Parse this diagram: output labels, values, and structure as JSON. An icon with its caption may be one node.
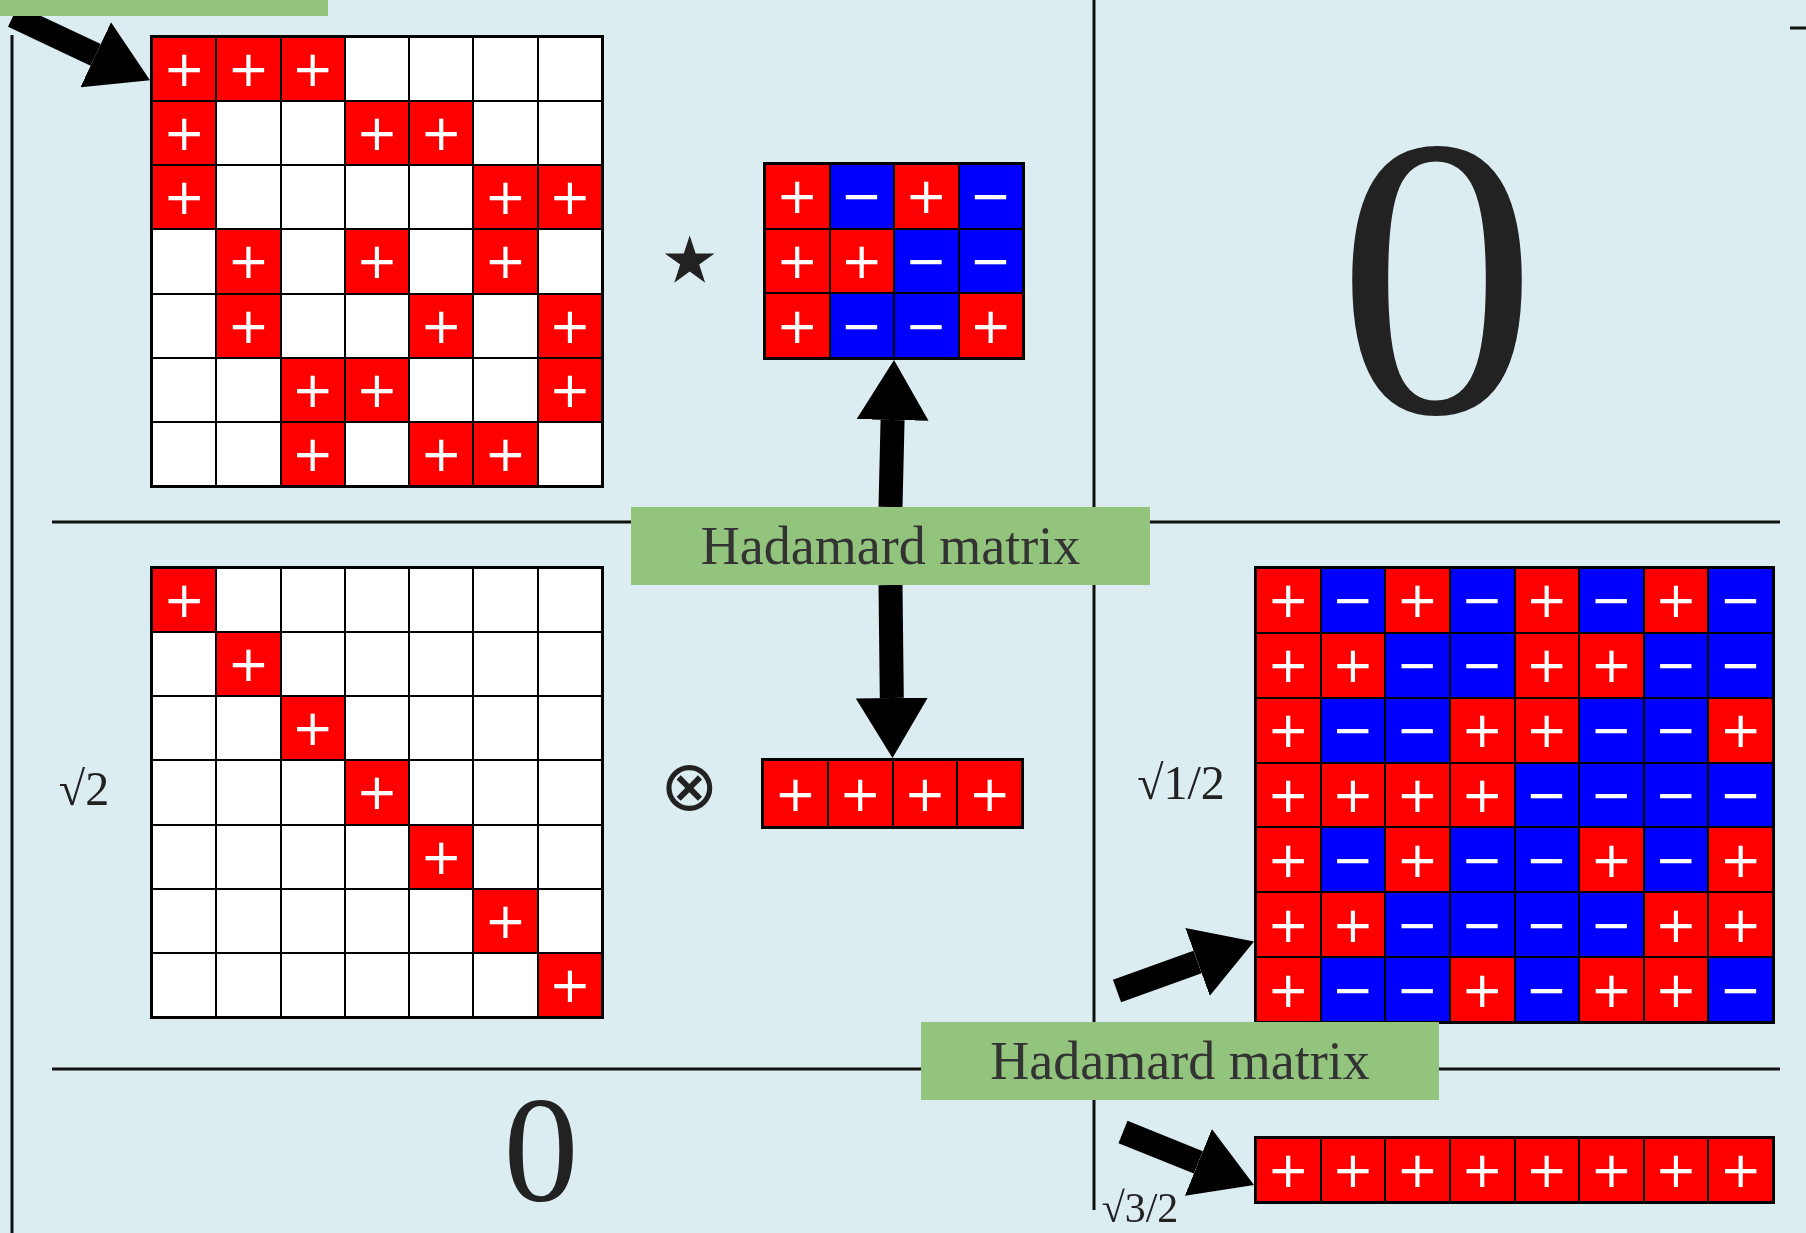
{
  "diagram": {
    "nodes": [
      {
        "text": [],
        "shape": "box"
      },
      {
        "text": [
          "+"
        ],
        "in": 0
      },
      {
        "text": [
          "+"
        ],
        "in": 0
      },
      {
        "text": [
          "+"
        ],
        "in": 0
      },
      {
        "text": [],
        "shape": "box",
        "in": 0
      },
      {
        "text": [],
        "shape": "box",
        "in": 0
      },
      {
        "text": [],
        "shape": "box",
        "in": 0
      },
      {
        "text": [],
        "shape": "box",
        "in": 0
      },
      {
        "text": [
          "+"
        ],
        "in": 0
      },
      {
        "text": [],
        "shape": "box",
        "in": 0
      },
      {
        "text": [],
        "shape": "box",
        "in": 0
      },
      {
        "text": [
          "+"
        ],
        "in": 0
      },
      {
        "text": [
          "+"
        ],
        "in": 0
      },
      {
        "text": [],
        "shape": "box",
        "in": 0
      },
      {
        "text": [],
        "shape": "box",
        "in": 0
      },
      {
        "text": [
          "+"
        ],
        "in": 0
      },
      {
        "text": [],
        "shape": "box",
        "in": 0
      },
      {
        "text": [],
        "shape": "box",
        "in": 0
      },
      {
        "text": [],
        "shape": "box",
        "in": 0
      },
      {
        "text": [],
        "shape": "box",
        "in": 0
      },
      {
        "text": [
          "+"
        ],
        "in": 0
      },
      {
        "text": [
          "+"
        ],
        "in": 0
      },
      {
        "text": [],
        "shape": "box",
        "in": 0
      },
      {
        "text": [
          "+"
        ],
        "in": 0
      },
      {
        "text": [],
        "shape": "box",
        "in": 0
      },
      {
        "text": [
          "+"
        ],
        "in": 0
      },
      {
        "text": [],
        "shape": "box",
        "in": 0
      },
      {
        "text": [
          "+"
        ],
        "in": 0
      },
      {
        "text": [],
        "shape": "box",
        "in": 0
      },
      {
        "text": [],
        "shape": "box",
        "in": 0
      },
      {
        "text": [
          "+"
        ],
        "in": 0
      },
      {
        "text": [],
        "shape": "box",
        "in": 0
      },
      {
        "text": [],
        "shape": "box",
        "in": 0
      },
      {
        "text": [
          "+"
        ],
        "in": 0
      },
      {
        "text": [],
        "shape": "box",
        "in": 0
      },
      {
        "text": [
          "+"
        ],
        "in": 0
      },
      {
        "text": [],
        "shape": "box",
        "in": 0
      },
      {
        "text": [],
        "shape": "box",
        "in": 0
      },
      {
        "text": [
          "+"
        ],
        "in": 0
      },
      {
        "text": [
          "+"
        ],
        "in": 0
      },
      {
        "text": [],
        "shape": "box",
        "in": 0
      },
      {
        "text": [],
        "shape": "box",
        "in": 0
      },
      {
        "text": [
          "+"
        ],
        "in": 0
      },
      {
        "text": [],
        "shape": "box",
        "in": 0
      },
      {
        "text": [],
        "shape": "box",
        "in": 0
      },
      {
        "text": [
          "+"
        ],
        "in": 0
      },
      {
        "text": [],
        "shape": "box",
        "in": 0
      },
      {
        "text": [
          "+"
        ],
        "in": 0
      },
      {
        "text": [
          "+"
        ],
        "in": 0
      },
      {
        "text": [],
        "shape": "box",
        "in": 0
      },
      {
        "text": [],
        "shape": "box"
      },
      {
        "text": [
          "+"
        ],
        "in": 50
      },
      {
        "text": [
          "−"
        ],
        "in": 50
      },
      {
        "text": [
          "+"
        ],
        "in": 50
      },
      {
        "text": [
          "−"
        ],
        "in": 50
      },
      {
        "text": [
          "+"
        ],
        "in": 50
      },
      {
        "text": [
          "+"
        ],
        "in": 50
      },
      {
        "text": [
          "−"
        ],
        "in": 50
      },
      {
        "text": [
          "−"
        ],
        "in": 50
      },
      {
        "text": [
          "+"
        ],
        "in": 50
      },
      {
        "text": [
          "−"
        ],
        "in": 50
      },
      {
        "text": [
          "−"
        ],
        "in": 50
      },
      {
        "text": [
          "+"
        ],
        "in": 50
      },
      {
        "text": [],
        "shape": "box"
      },
      {
        "text": [
          "+"
        ],
        "in": 63
      },
      {
        "text": [],
        "shape": "box",
        "in": 63
      },
      {
        "text": [],
        "shape": "box",
        "in": 63
      },
      {
        "text": [],
        "shape": "box",
        "in": 63
      },
      {
        "text": [],
        "shape": "box",
        "in": 63
      },
      {
        "text": [],
        "shape": "box",
        "in": 63
      },
      {
        "text": [],
        "shape": "box",
        "in": 63
      },
      {
        "text": [],
        "shape": "box",
        "in": 63
      },
      {
        "text": [
          "+"
        ],
        "in": 63
      },
      {
        "text": [],
        "shape": "box",
        "in": 63
      },
      {
        "text": [],
        "shape": "box",
        "in": 63
      },
      {
        "text": [],
        "shape": "box",
        "in": 63
      },
      {
        "text": [],
        "shape": "box",
        "in": 63
      },
      {
        "text": [],
        "shape": "box",
        "in": 63
      },
      {
        "text": [],
        "shape": "box",
        "in": 63
      },
      {
        "text": [],
        "shape": "box",
        "in": 63
      },
      {
        "text": [
          "+"
        ],
        "in": 63
      },
      {
        "text": [],
        "shape": "box",
        "in": 63
      },
      {
        "text": [],
        "shape": "box",
        "in": 63
      },
      {
        "text": [],
        "shape": "box",
        "in": 63
      },
      {
        "text": [],
        "shape": "box",
        "in": 63
      },
      {
        "text": [],
        "shape": "box",
        "in": 63
      },
      {
        "text": [],
        "shape": "box",
        "in": 63
      },
      {
        "text": [],
        "shape": "box",
        "in": 63
      },
      {
        "text": [
          "+"
        ],
        "in": 63
      },
      {
        "text": [],
        "shape": "box",
        "in": 63
      },
      {
        "text": [],
        "shape": "box",
        "in": 63
      },
      {
        "text": [],
        "shape": "box",
        "in": 63
      },
      {
        "text": [],
        "shape": "box",
        "in": 63
      },
      {
        "text": [],
        "shape": "box",
        "in": 63
      },
      {
        "text": [],
        "shape": "box",
        "in": 63
      },
      {
        "text": [],
        "shape": "box",
        "in": 63
      },
      {
        "text": [
          "+"
        ],
        "in": 63
      },
      {
        "text": [],
        "shape": "box",
        "in": 63
      },
      {
        "text": [],
        "shape": "box",
        "in": 63
      },
      {
        "text": [],
        "shape": "box",
        "in": 63
      },
      {
        "text": [],
        "shape": "box",
        "in": 63
      },
      {
        "text": [],
        "shape": "box",
        "in": 63
      },
      {
        "text": [],
        "shape": "box",
        "in": 63
      },
      {
        "text": [],
        "shape": "box",
        "in": 63
      },
      {
        "text": [
          "+"
        ],
        "in": 63
      },
      {
        "text": [],
        "shape": "box",
        "in": 63
      },
      {
        "text": [],
        "shape": "box",
        "in": 63
      },
      {
        "text": [],
        "shape": "box",
        "in": 63
      },
      {
        "text": [],
        "shape": "box",
        "in": 63
      },
      {
        "text": [],
        "shape": "box",
        "in": 63
      },
      {
        "text": [],
        "shape": "box",
        "in": 63
      },
      {
        "text": [],
        "shape": "box",
        "in": 63
      },
      {
        "text": [
          "+"
        ],
        "in": 63
      },
      {
        "text": [],
        "shape": "box"
      },
      {
        "text": [
          "+"
        ],
        "in": 113
      },
      {
        "text": [
          "+"
        ],
        "in": 113
      },
      {
        "text": [
          "+"
        ],
        "in": 113
      },
      {
        "text": [
          "+"
        ],
        "in": 113
      },
      {
        "text": [],
        "shape": "box"
      },
      {
        "text": [
          "+"
        ],
        "in": 118
      },
      {
        "text": [
          "−"
        ],
        "in": 118
      },
      {
        "text": [
          "+"
        ],
        "in": 118
      },
      {
        "text": [
          "−"
        ],
        "in": 118
      },
      {
        "text": [
          "+"
        ],
        "in": 118
      },
      {
        "text": [
          "−"
        ],
        "in": 118
      },
      {
        "text": [
          "+"
        ],
        "in": 118
      },
      {
        "text": [
          "−"
        ],
        "in": 118
      },
      {
        "text": [
          "+"
        ],
        "in": 118
      },
      {
        "text": [
          "+"
        ],
        "in": 118
      },
      {
        "text": [
          "−"
        ],
        "in": 118
      },
      {
        "text": [
          "−"
        ],
        "in": 118
      },
      {
        "text": [
          "+"
        ],
        "in": 118
      },
      {
        "text": [
          "+"
        ],
        "in": 118
      },
      {
        "text": [
          "−"
        ],
        "in": 118
      },
      {
        "text": [
          "−"
        ],
        "in": 118
      },
      {
        "text": [
          "+"
        ],
        "in": 118
      },
      {
        "text": [
          "−"
        ],
        "in": 118
      },
      {
        "text": [
          "−"
        ],
        "in": 118
      },
      {
        "text": [
          "+"
        ],
        "in": 118
      },
      {
        "text": [
          "+"
        ],
        "in": 118
      },
      {
        "text": [
          "−"
        ],
        "in": 118
      },
      {
        "text": [
          "−"
        ],
        "in": 118
      },
      {
        "text": [
          "+"
        ],
        "in": 118
      },
      {
        "text": [
          "+"
        ],
        "in": 118
      },
      {
        "text": [
          "+"
        ],
        "in": 118
      },
      {
        "text": [
          "+"
        ],
        "in": 118
      },
      {
        "text": [
          "+"
        ],
        "in": 118
      },
      {
        "text": [
          "−"
        ],
        "in": 118
      },
      {
        "text": [
          "−"
        ],
        "in": 118
      },
      {
        "text": [
          "−"
        ],
        "in": 118
      },
      {
        "text": [
          "−"
        ],
        "in": 118
      },
      {
        "text": [
          "+"
        ],
        "in": 118
      },
      {
        "text": [
          "−"
        ],
        "in": 118
      },
      {
        "text": [
          "+"
        ],
        "in": 118
      },
      {
        "text": [
          "−"
        ],
        "in": 118
      },
      {
        "text": [
          "−"
        ],
        "in": 118
      },
      {
        "text": [
          "+"
        ],
        "in": 118
      },
      {
        "text": [
          "−"
        ],
        "in": 118
      },
      {
        "text": [
          "+"
        ],
        "in": 118
      },
      {
        "text": [
          "+"
        ],
        "in": 118
      },
      {
        "text": [
          "+"
        ],
        "in": 118
      },
      {
        "text": [
          "−"
        ],
        "in": 118
      },
      {
        "text": [
          "−"
        ],
        "in": 118
      },
      {
        "text": [
          "−"
        ],
        "in": 118
      },
      {
        "text": [
          "−"
        ],
        "in": 118
      },
      {
        "text": [
          "+"
        ],
        "in": 118
      },
      {
        "text": [
          "+"
        ],
        "in": 118
      },
      {
        "text": [
          "+"
        ],
        "in": 118
      },
      {
        "text": [
          "−"
        ],
        "in": 118
      },
      {
        "text": [
          "−"
        ],
        "in": 118
      },
      {
        "text": [
          "+"
        ],
        "in": 118
      },
      {
        "text": [
          "−"
        ],
        "in": 118
      },
      {
        "text": [
          "+"
        ],
        "in": 118
      },
      {
        "text": [
          "+"
        ],
        "in": 118
      },
      {
        "text": [
          "−"
        ],
        "in": 118
      },
      {
        "text": [
          "Hadamard matrix"
        ]
      },
      {
        "text": [],
        "shape": "box"
      },
      {
        "text": [
          "+"
        ],
        "in": 176
      },
      {
        "text": [
          "+"
        ],
        "in": 176
      },
      {
        "text": [
          "+"
        ],
        "in": 176
      },
      {
        "text": [
          "+"
        ],
        "in": 176
      },
      {
        "text": [
          "+"
        ],
        "in": 176
      },
      {
        "text": [
          "+"
        ],
        "in": 176
      },
      {
        "text": [
          "+"
        ],
        "in": 176
      },
      {
        "text": [
          "+"
        ],
        "in": 176
      },
      {
        "text": [
          "Hadamard matrix"
        ]
      },
      {
        "text": [],
        "shape": "bar"
      }
    ],
    "edges": [
      {
        "from": 186,
        "to": 0,
        "arrow": "to"
      },
      {
        "from": 185,
        "to": 50,
        "arrow": "to"
      },
      {
        "from": 185,
        "to": 113,
        "arrow": "to"
      },
      {
        "from": null,
        "to": 118,
        "arrow": "to"
      },
      {
        "from": null,
        "to": 176,
        "arrow": "to"
      }
    ],
    "labels": [
      "⋆",
      "0",
      "√2",
      "⊗",
      "√1/2",
      "0",
      "√3/2"
    ]
  }
}
